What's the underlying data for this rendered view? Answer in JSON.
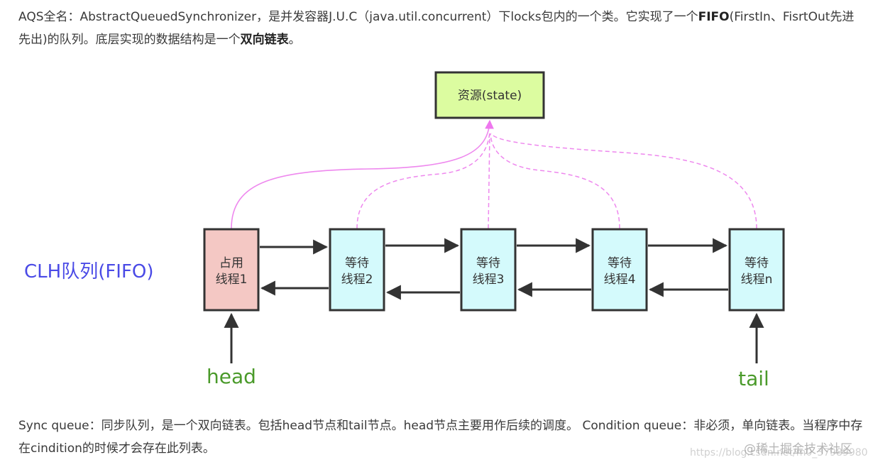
{
  "intro": {
    "t1": "AQS全名：AbstractQueuedSynchronizer，是并发容器J.U.C（java.util.concurrent）下locks包内的一个类。它实现了一个",
    "b1": "FIFO",
    "t2": "(FirstIn、FisrtOut先进先出)的队列。底层实现的数据结构是一个",
    "b2": "双向链表",
    "t3": "。"
  },
  "diagram": {
    "resource": "资源(state)",
    "queue_label": "CLH队列(FIFO)",
    "nodes": [
      {
        "line1": "占用",
        "line2": "线程1"
      },
      {
        "line1": "等待",
        "line2": "线程2"
      },
      {
        "line1": "等待",
        "line2": "线程3"
      },
      {
        "line1": "等待",
        "line2": "线程4"
      },
      {
        "line1": "等待",
        "line2": "线程n"
      }
    ],
    "head_label": "head",
    "tail_label": "tail",
    "colors": {
      "resource_fill": "#dcfca0",
      "occupied_fill": "#f4c8c4",
      "waiting_fill": "#d4fafc",
      "arc_color": "#ee88ee",
      "label_blue": "#4a4ae6",
      "label_green": "#4a9a2a"
    }
  },
  "summary": {
    "text": "Sync queue：同步队列，是一个双向链表。包括head节点和tail节点。head节点主要用作后续的调度。 Condition queue：非必须，单向链表。当程序中存在cindition的时候才会存在此列表。"
  },
  "watermarks": {
    "brand": "@稀土掘金技术社区",
    "url": "https://blog.csdn.net/m0_37989980"
  }
}
